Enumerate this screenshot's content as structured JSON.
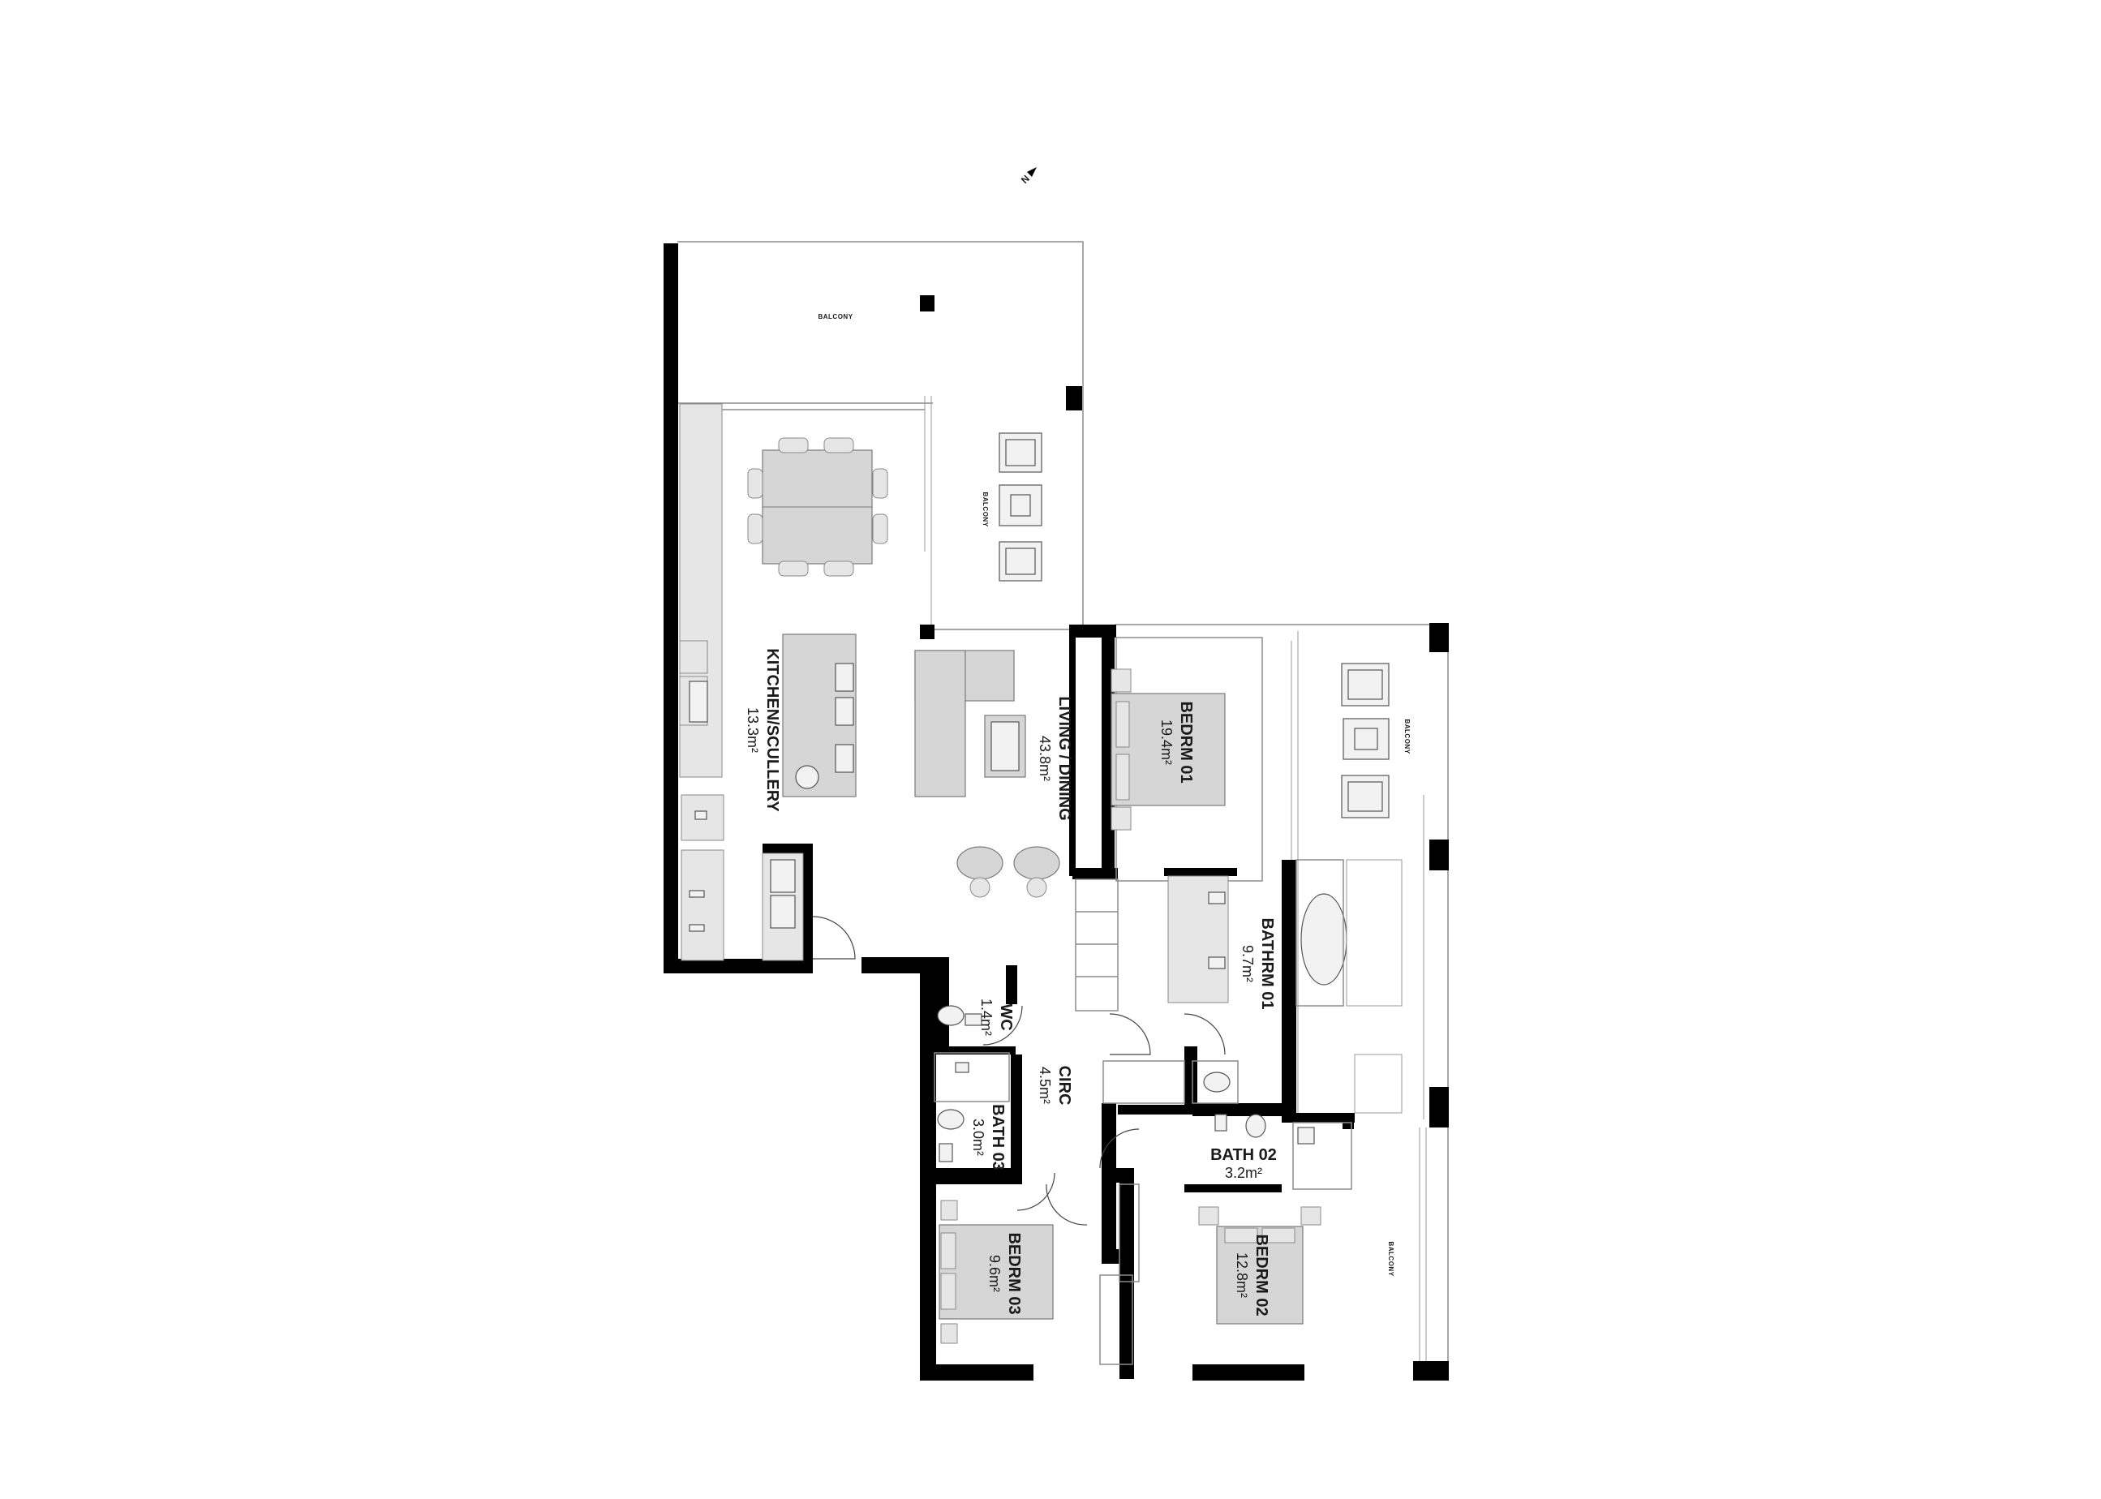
{
  "north_marker": "N",
  "balcony_labels": [
    "BALCONY",
    "BALCONY",
    "BALCONY",
    "BALCONY"
  ],
  "rooms": [
    {
      "key": "kitchen",
      "name": "KITCHEN/SCULLERY",
      "area": "13.3m²"
    },
    {
      "key": "living",
      "name": "LIVING / DINING",
      "area": "43.8m²"
    },
    {
      "key": "bed1",
      "name": "BEDRM 01",
      "area": "19.4m²"
    },
    {
      "key": "bath1",
      "name": "BATHRM 01",
      "area": "9.7m²"
    },
    {
      "key": "wc",
      "name": "WC",
      "area": "1.4m²"
    },
    {
      "key": "circ",
      "name": "CIRC",
      "area": "4.5m²"
    },
    {
      "key": "bath3",
      "name": "BATH 03",
      "area": "3.0m²"
    },
    {
      "key": "bath2",
      "name": "BATH 02",
      "area": "3.2m²"
    },
    {
      "key": "bed3",
      "name": "BEDRM 03",
      "area": "9.6m²"
    },
    {
      "key": "bed2",
      "name": "BEDRM 02",
      "area": "12.8m²"
    }
  ],
  "colors": {
    "wall": "#000000",
    "furniture": "#d6d6d6",
    "outline": "#8c8c8c"
  }
}
